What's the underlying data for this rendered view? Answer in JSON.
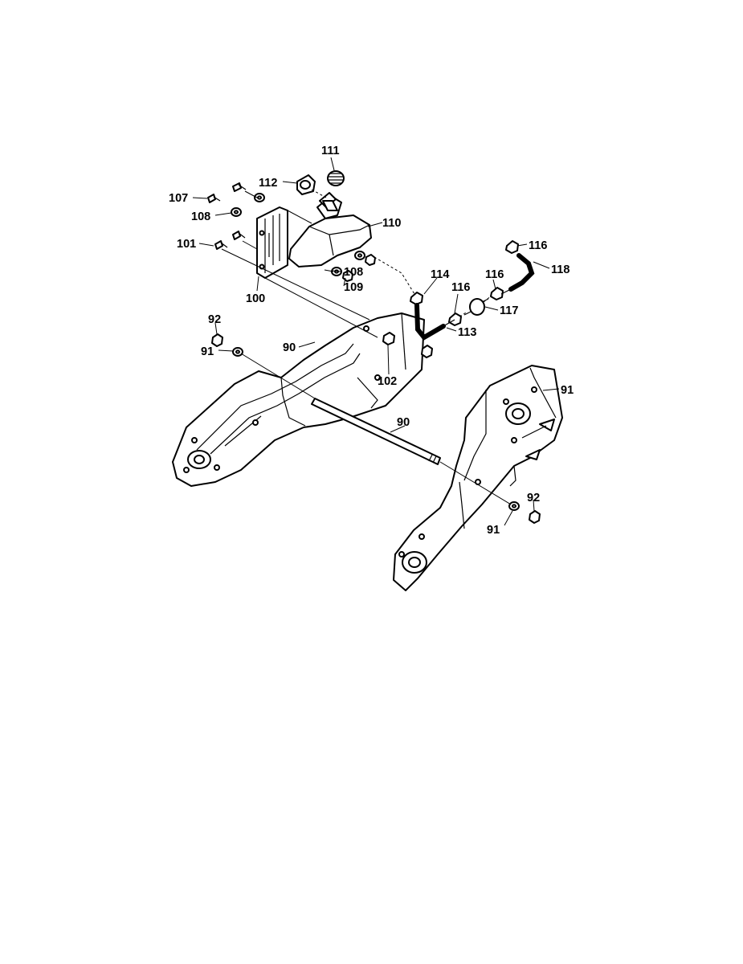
{
  "callouts": {
    "c111": "111",
    "c112": "112",
    "c107": "107",
    "c108a": "108",
    "c110": "110",
    "c101": "101",
    "c108b": "108",
    "c109": "109",
    "c100": "100",
    "c116a": "116",
    "c118": "118",
    "c114": "114",
    "c116b": "116",
    "c116c": "116",
    "c117": "117",
    "c113": "113",
    "c92a": "92",
    "c91a": "91",
    "c90a": "90",
    "c102": "102",
    "c91b": "91",
    "c90b": "90",
    "c92b": "92",
    "c91c": "91"
  },
  "colors": {
    "line": "#000000",
    "background": "#ffffff"
  }
}
